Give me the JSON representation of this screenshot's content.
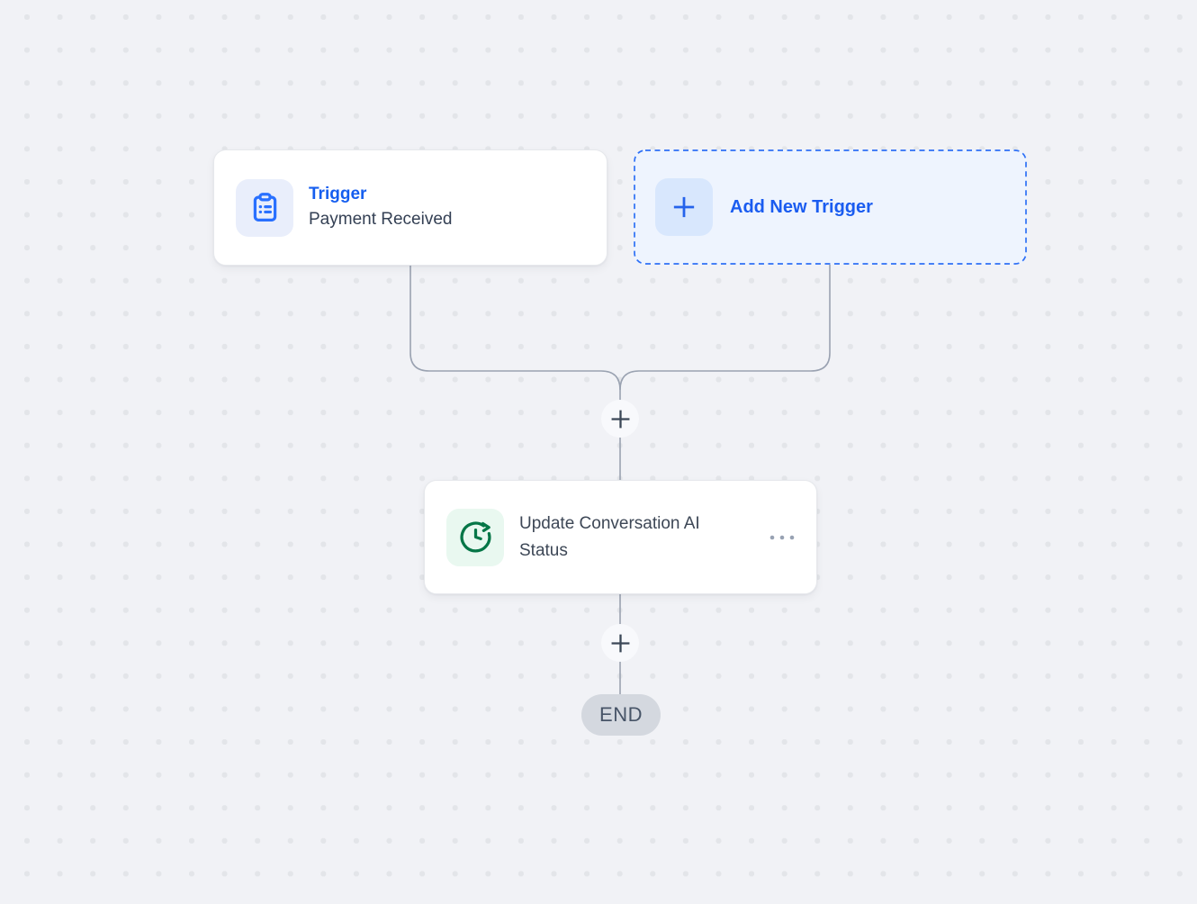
{
  "canvas": {
    "background_color": "#F1F2F6",
    "dot_color": "#E3E5E9"
  },
  "colors": {
    "accent_blue": "#155EEF",
    "icon_blue": "#2970FF",
    "trigger_icon_bg": "#E9EEFB",
    "add_card_bg": "#EEF4FE",
    "add_plus_bg": "#D8E7FD",
    "action_green": "#067647",
    "action_icon_bg": "#E9F8F0",
    "text_dark": "#344054",
    "connector_gray": "#9AA2B1",
    "end_pill_bg": "#D4D8DF",
    "end_pill_text": "#475467"
  },
  "nodes": {
    "trigger": {
      "category": "Trigger",
      "title": "Payment Received",
      "icon": "clipboard-list-icon"
    },
    "add_trigger": {
      "label": "Add New Trigger",
      "icon": "plus-icon"
    },
    "action": {
      "title": "Update Conversation AI Status",
      "icon": "clock-refresh-icon",
      "menu_icon": "dots-horizontal-icon"
    },
    "end": {
      "label": "END"
    }
  },
  "connector": {
    "add_step_symbol": "plus-icon"
  }
}
